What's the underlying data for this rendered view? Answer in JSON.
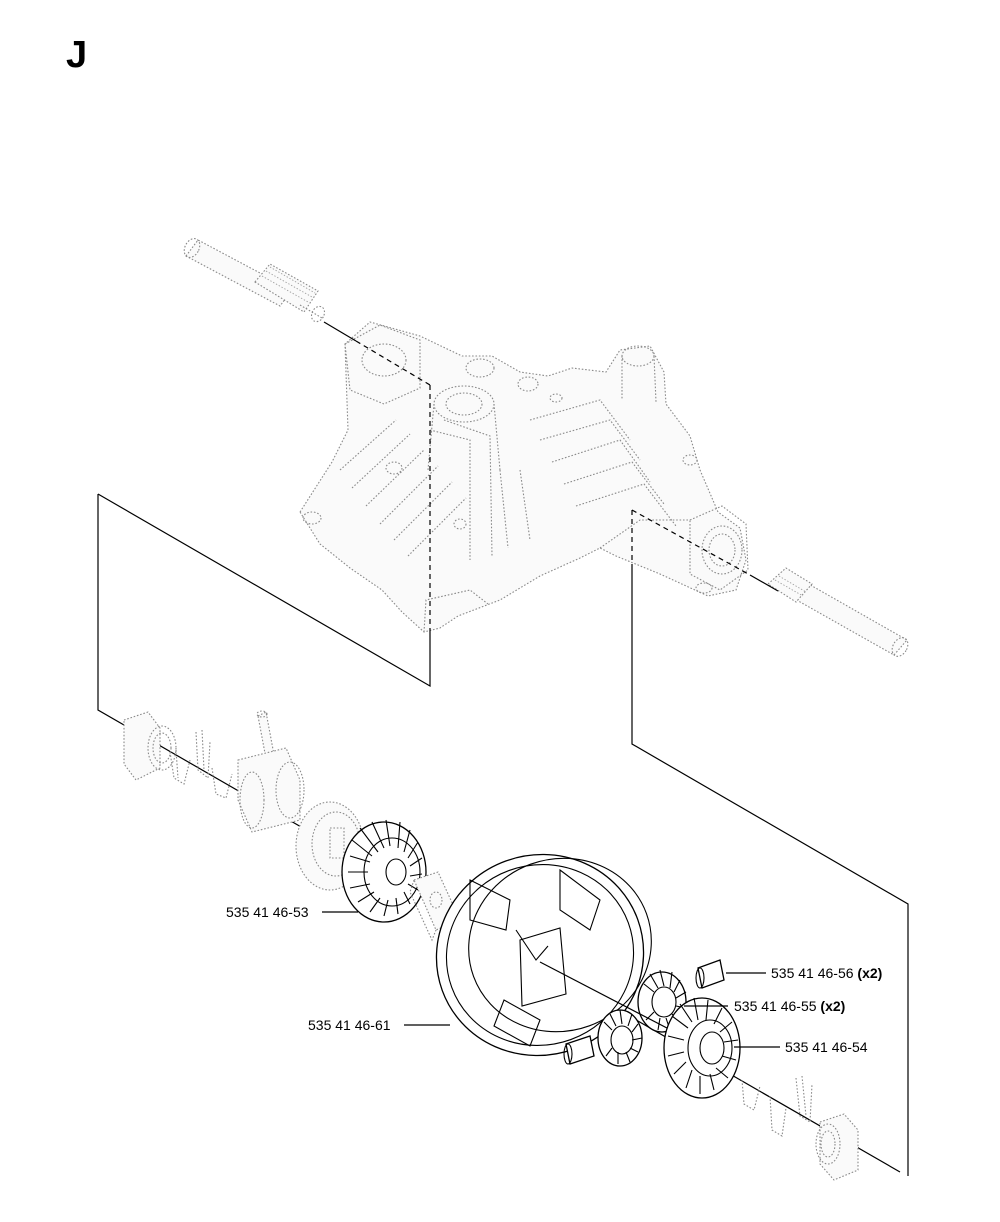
{
  "section": {
    "letter": "J"
  },
  "callouts": [
    {
      "id": "bevel-gear",
      "part_number": "535 41 46-53",
      "qty": ""
    },
    {
      "id": "ring-gear",
      "part_number": "535 41 46-61",
      "qty": ""
    },
    {
      "id": "pin",
      "part_number": "535 41 46-56",
      "qty": "(x2)"
    },
    {
      "id": "pinion-gear",
      "part_number": "535 41 46-55",
      "qty": "(x2)"
    },
    {
      "id": "side-gear",
      "part_number": "535 41 46-54",
      "qty": ""
    }
  ],
  "colors": {
    "line": "#000000",
    "ghost_line": "#8a8a8a",
    "background": "#ffffff"
  }
}
